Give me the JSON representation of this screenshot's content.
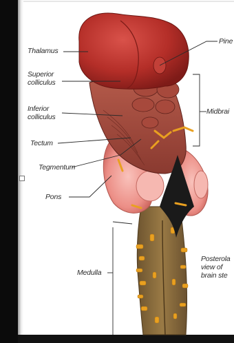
{
  "labels": {
    "thalamus": "Thalamus",
    "pineal": "Pine",
    "superior_colliculus_line1": "Superior",
    "superior_colliculus_line2": "colliculus",
    "inferior_colliculus_line1": "Inferior",
    "inferior_colliculus_line2": "colliculus",
    "midbrain": "Midbrai",
    "tectum": "Tectum",
    "tegmentum": "Tegmentum",
    "pons": "Pons",
    "medulla": "Medulla",
    "caption_line1": "Posterola",
    "caption_line2": "view of",
    "caption_line3": "brain ste"
  },
  "colors": {
    "thalamus": "#b8312c",
    "midbrain": "#a8493c",
    "pons": "#ef9a92",
    "medulla": "#8a6a3a",
    "nerves": "#e9a020",
    "ventricle": "#1a1a1a"
  }
}
